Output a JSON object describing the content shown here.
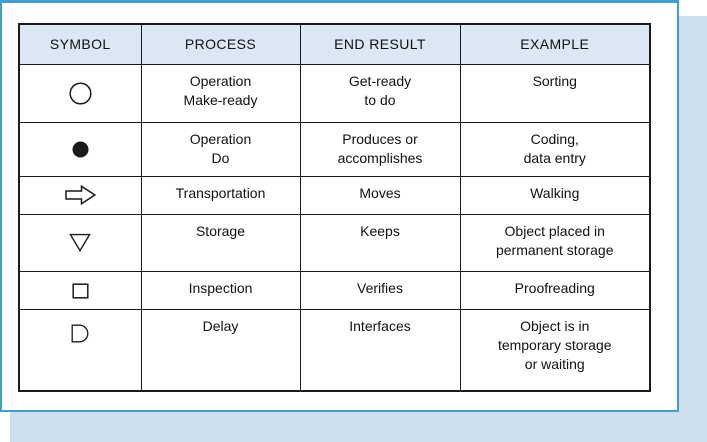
{
  "page": {
    "shadow_color": "#cddfee",
    "panel_border_color": "#3f9fd0",
    "table_border_color": "#1a1a1a",
    "header_bg_color": "#dbe7f3"
  },
  "table": {
    "headers": [
      "SYMBOL",
      "PROCESS",
      "END RESULT",
      "EXAMPLE"
    ],
    "rows": [
      {
        "symbol": "circle-outline-icon",
        "process": "Operation\nMake-ready",
        "end_result": "Get-ready\nto do",
        "example": "Sorting"
      },
      {
        "symbol": "circle-filled-icon",
        "process": "Operation\nDo",
        "end_result": "Produces or\naccomplishes",
        "example": "Coding,\ndata entry"
      },
      {
        "symbol": "block-arrow-right-icon",
        "process": "Transportation",
        "end_result": "Moves",
        "example": "Walking"
      },
      {
        "symbol": "triangle-down-icon",
        "process": "Storage",
        "end_result": "Keeps",
        "example": "Object placed in\npermanent storage"
      },
      {
        "symbol": "square-outline-icon",
        "process": "Inspection",
        "end_result": "Verifies",
        "example": "Proofreading"
      },
      {
        "symbol": "d-shape-icon",
        "process": "Delay",
        "end_result": "Interfaces",
        "example": "Object is in\ntemporary storage\nor waiting"
      }
    ]
  }
}
